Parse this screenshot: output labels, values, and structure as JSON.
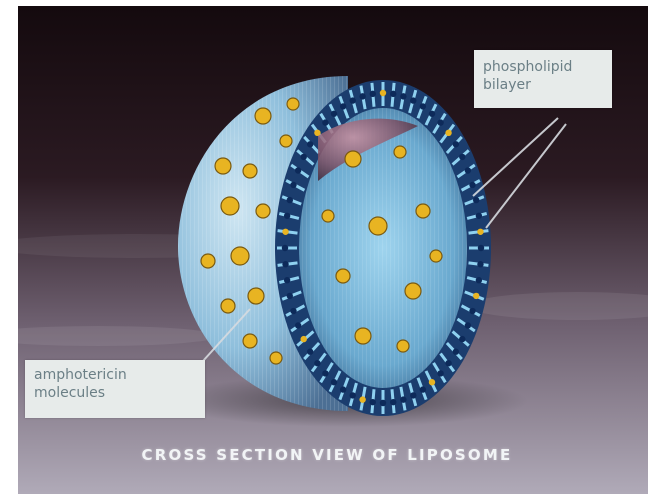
{
  "labels": {
    "bilayer_line1": "phospholipid",
    "bilayer_line2": "bilayer",
    "ampho_line1": "amphotericin",
    "ampho_line2": "molecules"
  },
  "caption": "CROSS SECTION VIEW OF LIPOSOME",
  "colors": {
    "background_dark": "#1a0e12",
    "background_light": "#8e8a99",
    "outer_surface": "#7fb6d6",
    "inner_surface": "#6fb3d9",
    "head_dark": "#0d2a5a",
    "tail_blue": "#8fd1f0",
    "amphotericin_yellow": "#e8b422",
    "label_box": "#e7ebea",
    "label_text": "#6b7f86"
  }
}
